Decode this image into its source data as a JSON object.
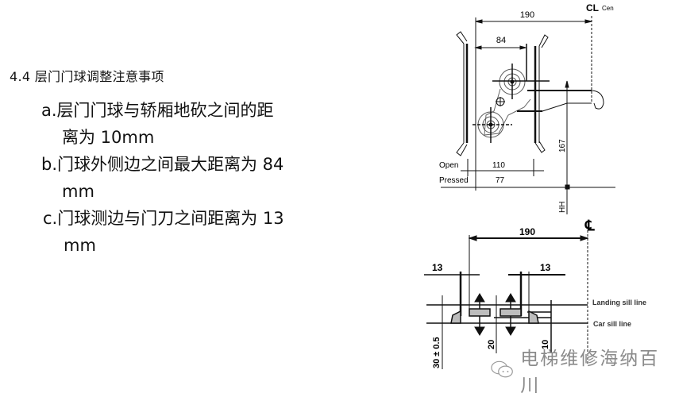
{
  "heading": "4.4 层门门球调整注意事项",
  "items": [
    {
      "line1": "a.层门门球与轿厢地砍之间的距",
      "line2": "离为 10mm"
    },
    {
      "line1": "b.门球外侧边之间最大距离为 84",
      "line2": "mm"
    },
    {
      "line1": "c.门球测边与门刀之间距离为 13",
      "line2": "mm"
    }
  ],
  "top_diagram": {
    "dim_overall": "190",
    "dim_inner": "84",
    "centerline_symbol": "CL",
    "centerline_label": "Cen",
    "label_open": "Open",
    "value_open": "110",
    "label_pressed": "Pressed",
    "value_pressed": "77",
    "dim_vertical": "167",
    "label_hh": "HH"
  },
  "bottom_diagram": {
    "dim_overall": "190",
    "centerline_symbol": "℄",
    "dim_left": "13",
    "dim_right": "13",
    "label_landing": "Landing sill line",
    "label_car": "Car sill line",
    "dim_tolerance": "30 ± 0.5",
    "dim_20": "20",
    "dim_10": "10"
  },
  "watermark": {
    "icon": "wechat-icon",
    "text": "电梯维修海纳百川"
  }
}
